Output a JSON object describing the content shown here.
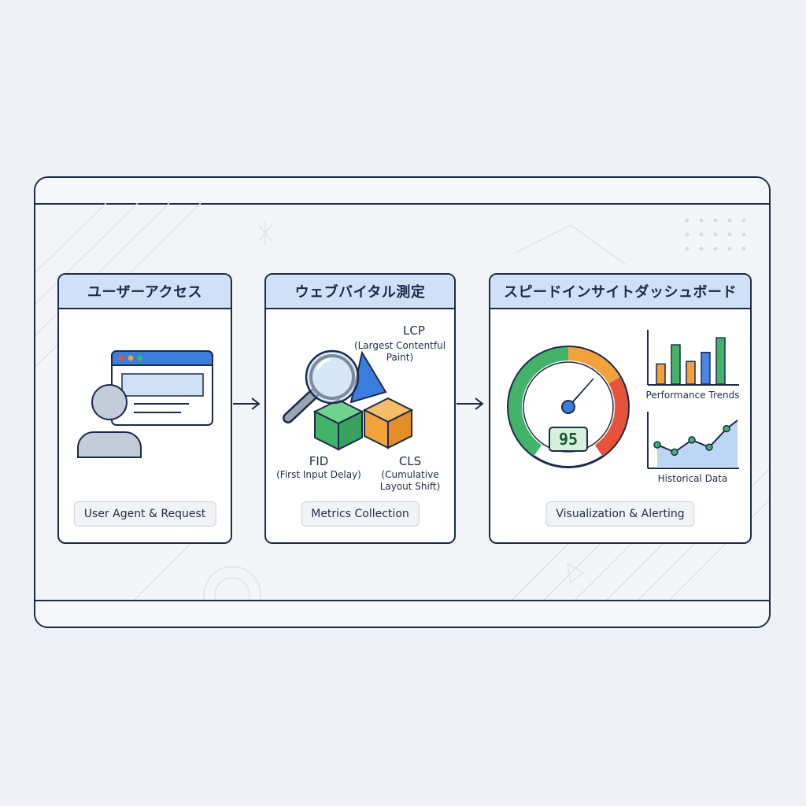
{
  "panels": [
    {
      "title": "ユーザーアクセス",
      "caption": "User Agent & Request"
    },
    {
      "title": "ウェブバイタル測定",
      "caption": "Metrics Collection"
    },
    {
      "title": "スピードインサイトダッシュボード",
      "caption": "Visualization & Alerting"
    }
  ],
  "metrics": {
    "lcp": {
      "name": "LCP",
      "desc_line1": "(Largest Contentful",
      "desc_line2": "Paint)"
    },
    "fid": {
      "name": "FID",
      "desc": "(First Input Delay)"
    },
    "cls": {
      "name": "CLS",
      "desc_line1": "(Cumulative",
      "desc_line2": "Layout Shift)"
    }
  },
  "dashboard": {
    "score": "95",
    "trends_label": "Performance Trends",
    "history_label": "Historical Data",
    "trend_bars": [
      {
        "value": 0.4,
        "color": "#f2a23a"
      },
      {
        "value": 0.78,
        "color": "#43b36a"
      },
      {
        "value": 0.45,
        "color": "#f2a23a"
      },
      {
        "value": 0.63,
        "color": "#4a86e0"
      },
      {
        "value": 0.92,
        "color": "#43b36a"
      }
    ],
    "history_points": [
      0.45,
      0.3,
      0.55,
      0.4,
      0.78
    ]
  },
  "colors": {
    "navy": "#1c2b4a",
    "header_blue": "#cfe0f7",
    "accent_blue": "#3b7ddd",
    "green": "#43b36a",
    "orange": "#f2a23a",
    "red": "#e8523a"
  }
}
